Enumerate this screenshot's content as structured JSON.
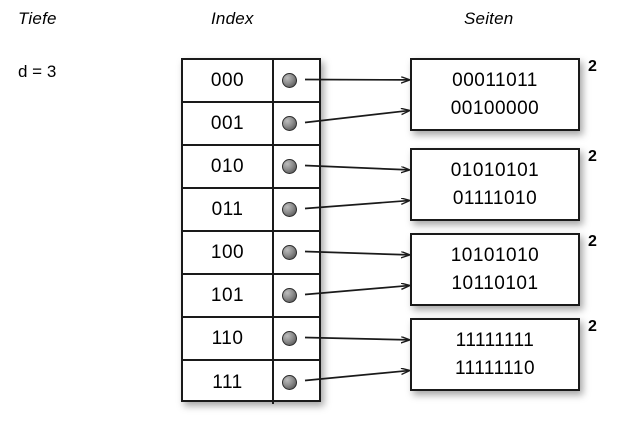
{
  "headings": {
    "depth": "Tiefe",
    "index": "Index",
    "pages": "Seiten"
  },
  "depth": {
    "label": "d = 3"
  },
  "index_table": {
    "rows": [
      {
        "key": "000",
        "pointer": "bullet-icon",
        "target": 0
      },
      {
        "key": "001",
        "pointer": "bullet-icon",
        "target": 0
      },
      {
        "key": "010",
        "pointer": "bullet-icon",
        "target": 1
      },
      {
        "key": "011",
        "pointer": "bullet-icon",
        "target": 1
      },
      {
        "key": "100",
        "pointer": "bullet-icon",
        "target": 2
      },
      {
        "key": "101",
        "pointer": "bullet-icon",
        "target": 2
      },
      {
        "key": "110",
        "pointer": "bullet-icon",
        "target": 3
      },
      {
        "key": "111",
        "pointer": "bullet-icon",
        "target": 3
      }
    ]
  },
  "pages": [
    {
      "lines": [
        "00011011",
        "00100000"
      ],
      "local_depth": "2"
    },
    {
      "lines": [
        "01010101",
        "01111010"
      ],
      "local_depth": "2"
    },
    {
      "lines": [
        "10101010",
        "10110101"
      ],
      "local_depth": "2"
    },
    {
      "lines": [
        "11111111",
        "11111110"
      ],
      "local_depth": "2"
    }
  ],
  "colors": {
    "background": "#ffffff",
    "stroke": "#1a1a1a",
    "pointer_dot": "#8d8d8d",
    "text": "#000000"
  }
}
